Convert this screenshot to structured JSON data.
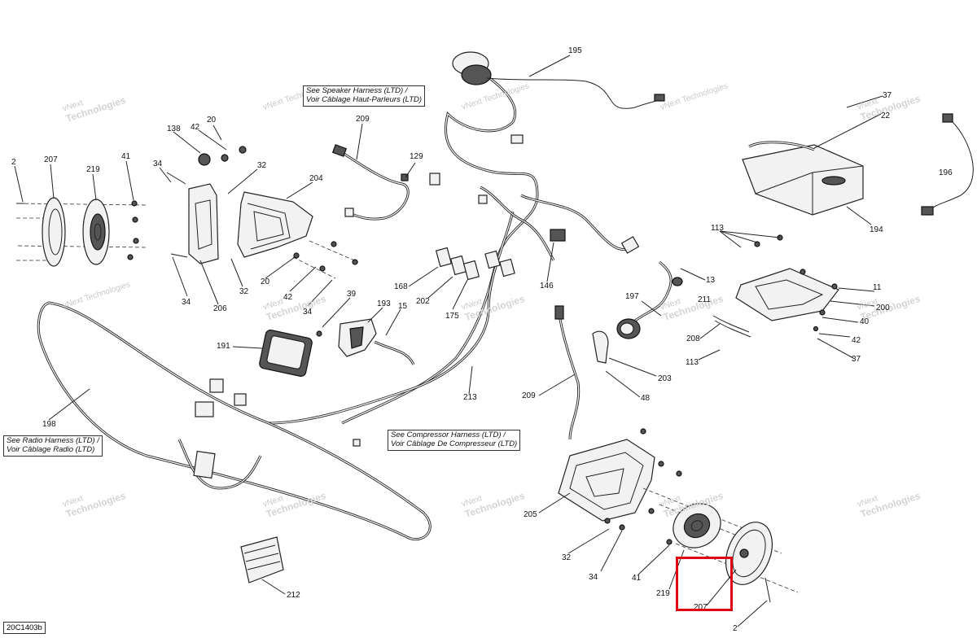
{
  "document_id": "20C1403b",
  "watermark": {
    "line1": "vNext",
    "line2": "Technologies",
    "line3": "vNext Technologies"
  },
  "notes": {
    "speaker_harness": {
      "en": "See Speaker Harness (LTD) /",
      "fr": "Voir Câblage Haut-Parleurs (LTD)"
    },
    "radio_harness": {
      "en": "See Radio Harness (LTD) /",
      "fr": "Voir Câblage Radio (LTD)"
    },
    "compressor_harness": {
      "en": "See Compressor Harness (LTD) /",
      "fr": "Voir Câblage De Compresseur (LTD)"
    }
  },
  "callouts": {
    "c195": "195",
    "c209a": "209",
    "c129": "129",
    "c20a": "20",
    "c42a": "42",
    "c138": "138",
    "c2a": "2",
    "c207a": "207",
    "c219a": "219",
    "c41a": "41",
    "c34a": "34",
    "c32a": "32",
    "c204": "204",
    "c20b": "20",
    "c42b": "42",
    "c34b": "34",
    "c34c": "34",
    "c206": "206",
    "c32b": "32",
    "c39": "39",
    "c193": "193",
    "c15": "15",
    "c191": "191",
    "c198": "198",
    "c168": "168",
    "c202": "202",
    "c175": "175",
    "c146": "146",
    "c213": "213",
    "c37a": "37",
    "c22": "22",
    "c196": "196",
    "c194": "194",
    "c113a": "113",
    "c13": "13",
    "c197": "197",
    "c211": "211",
    "c11": "11",
    "c200": "200",
    "c40": "40",
    "c42c": "42",
    "c37b": "37",
    "c208": "208",
    "c113b": "113",
    "c203": "203",
    "c48": "48",
    "c209b": "209",
    "c205": "205",
    "c32c": "32",
    "c34d": "34",
    "c41b": "41",
    "c219b": "219",
    "c207b": "207",
    "c2b": "2",
    "c212": "212"
  }
}
